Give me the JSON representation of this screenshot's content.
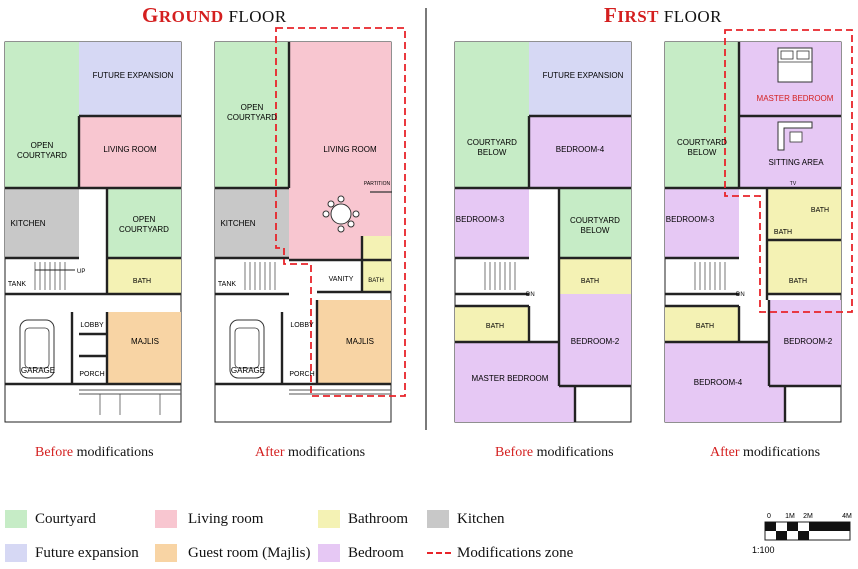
{
  "titles": {
    "ground": {
      "first_letter": "G",
      "rest": "ROUND",
      "floor_word": "FLOOR"
    },
    "first": {
      "first_letter": "F",
      "rest": "IRST",
      "floor_word": "FLOOR"
    }
  },
  "captions": {
    "before_red": "Before",
    "after_red": "After",
    "modifications": "modifications"
  },
  "rooms": {
    "future_expansion": "FUTURE EXPANSION",
    "open": "OPEN",
    "courtyard": "COURTYARD",
    "living_room": "LIVING ROOM",
    "kitchen": "KITCHEN",
    "tank": "TANK",
    "bath": "BATH",
    "garage": "GARAGE",
    "lobby": "LOBBY",
    "porch": "PORCH",
    "majlis": "MAJLIS",
    "vanity": "VANITY",
    "partition": "PARTITION",
    "up": "UP",
    "dn": "DN",
    "below": "BELOW",
    "bedroom_4": "BEDROOM-4",
    "bedroom_3": "BEDROOM-3",
    "bedroom_2": "BEDROOM-2",
    "master_bedroom": "MASTER BEDROOM",
    "sitting_area": "SITTING AREA",
    "tv": "TV"
  },
  "legend": {
    "courtyard": "Courtyard",
    "future_expansion": "Future expansion",
    "living_room": "Living room",
    "guest_room": "Guest room (Majlis)",
    "bathroom": "Bathroom",
    "bedroom": "Bedroom",
    "kitchen": "Kitchen",
    "modifications_zone": "Modifications zone"
  },
  "colors": {
    "courtyard": "#c6ecc6",
    "future_expansion": "#d6d8f4",
    "living_room": "#f8c6d0",
    "guest_room": "#f8d4a4",
    "bathroom": "#f4f2b4",
    "bedroom": "#e6c8f4",
    "kitchen": "#c8c8c8",
    "modifications_zone": "#e8242a",
    "accent_red": "#d41f1f"
  },
  "scale": {
    "labels": [
      "0",
      "1M",
      "2M",
      "4M"
    ],
    "ratio": "1:100"
  }
}
